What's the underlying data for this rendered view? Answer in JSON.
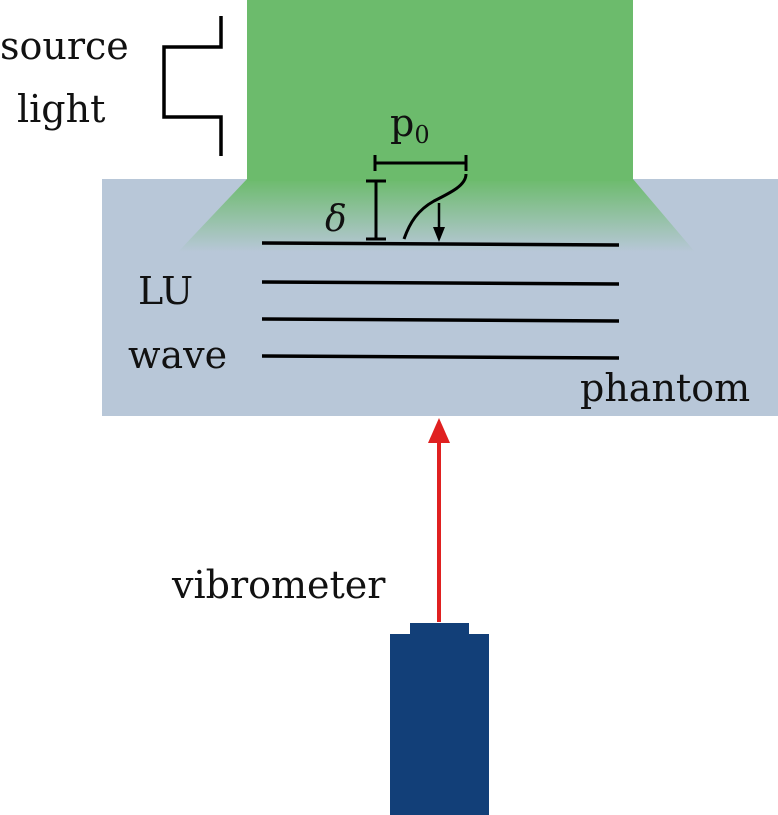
{
  "labels": {
    "source": "source",
    "light": "light",
    "p0_main": "p",
    "p0_sub": "0",
    "delta": "δ",
    "lu": "LU",
    "wave": "wave",
    "phantom": "phantom",
    "vibrometer": "vibrometer"
  },
  "colors": {
    "light_beam": "#6cbb6c",
    "phantom": "#b8c7d8",
    "vibrometer_body": "#123f78",
    "laser_arrow": "#e02020",
    "lines": "#000000"
  },
  "wave_lines": 4
}
